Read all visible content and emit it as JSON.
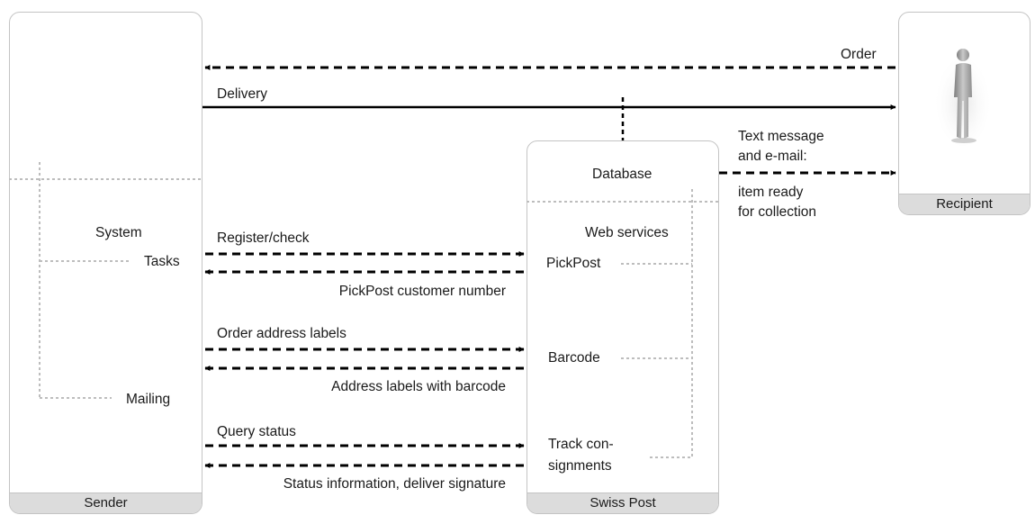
{
  "actors": {
    "sender": "Sender",
    "swiss_post": "Swiss Post",
    "recipient": "Recipient"
  },
  "sender_box": {
    "system": "System",
    "tasks": "Tasks",
    "mailing": "Mailing"
  },
  "swiss_post_box": {
    "database": "Database",
    "web_services": "Web services",
    "pickpost": "PickPost",
    "barcode": "Barcode",
    "track_line1": "Track con-",
    "track_line2": "signments"
  },
  "flows": {
    "order": "Order",
    "delivery": "Delivery",
    "text_msg_line1": "Text message",
    "text_msg_line2": "and e-mail:",
    "text_msg_line3": "item ready",
    "text_msg_line4": "for collection",
    "register_check": "Register/check",
    "pickpost_customer_number": "PickPost customer number",
    "order_address_labels": "Order address labels",
    "address_labels_barcode": "Address labels with barcode",
    "query_status": "Query status",
    "status_information": "Status information, deliver signature"
  },
  "colors": {
    "box_border": "#c4c4c4",
    "footer_fill": "#dcdcdc",
    "arrow": "#000000",
    "dotted": "#bdbdbd"
  }
}
